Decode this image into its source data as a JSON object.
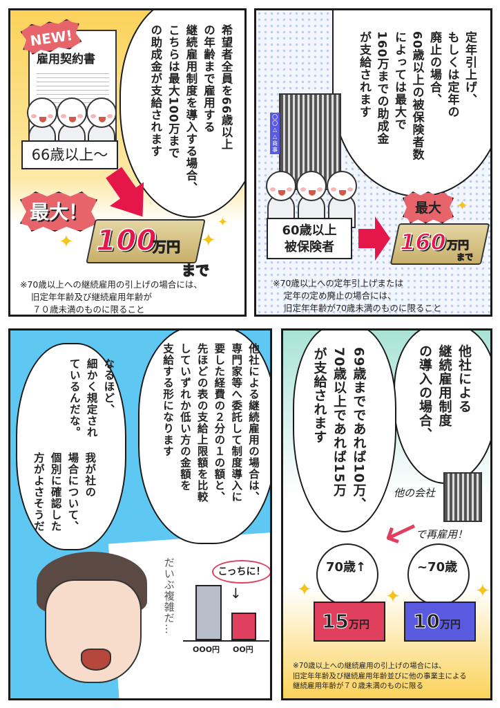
{
  "panel1": {
    "badge_new": "NEW!",
    "document_title": "雇用契約書",
    "age_label": "66歳以上〜",
    "speech_lines": [
      "希望者全員を66歳以上",
      "の年齢まで雇用する",
      "継続雇用制度を導入する場合、",
      "こちらは最大100万まで",
      "の助成金が支給されます"
    ],
    "burst_label": "最大！",
    "amount": "100",
    "amount_unit": "万円",
    "amount_suffix": "まで",
    "note_lines": [
      "※70歳以上への継続雇用の引上げの場合には、",
      "旧定年年齢及び継続雇用年齢が",
      "７０歳未満のものに限ること"
    ]
  },
  "panel2": {
    "speech_lines": [
      "定年引上げ、",
      "もしくは定年の",
      "廃止の場合、",
      "60歳以上の被保険者数",
      "によっては最大で",
      "160万までの助成金",
      "が支給されます"
    ],
    "building_sign": "〇〇△△商事",
    "age_label_lines": [
      "60歳以上",
      "被保険者"
    ],
    "burst_label": "最大",
    "amount": "160",
    "amount_unit": "万円",
    "amount_suffix": "まで",
    "note_lines": [
      "※70歳以上への定年引上げまたは",
      "定年の定め廃止の場合には、",
      "旧定年年齢が70歳未満のものに限ること"
    ]
  },
  "panel3": {
    "speech_main_lines": [
      "他社による継続雇用の場合は、",
      "専門家等へ委託して制度導入に",
      "要した経費の２分の１の額と、",
      "先ほどの表の支給上限額を比較",
      "していずれか低い方の金額を",
      "支給する形になります"
    ],
    "speech_reply_lines": [
      "なるほど、",
      "細かく規定され",
      "ているんだな。",
      "我が社の",
      "場合について、",
      "個別に確認した",
      "方がよさそうだ"
    ],
    "handwritten": "だいぶ複雑だ…",
    "callout": "こっちに！",
    "bar_labels": [
      "OOO円",
      "OO円"
    ],
    "bar_values": [
      1,
      0.5
    ],
    "bar_colors": [
      "#b8bec9",
      "#e0405e"
    ]
  },
  "panel4": {
    "speech_a_lines": [
      "他社による",
      "継続雇用制度",
      "の導入の場合、"
    ],
    "speech_b_lines": [
      "69歳までであれば10万、",
      "70歳以上であれば15万",
      "が支給されます"
    ],
    "company_label": "他の会社",
    "rehire_label": "で再雇用！",
    "person_left_age": "70歳↑",
    "person_right_age": "~70歳",
    "sign_left": "15",
    "sign_right": "10",
    "sign_unit": "万円",
    "note_lines": [
      "※70歳以上への継続雇用の引上げの場合には、",
      "旧定年年齢及び継続雇用年齢並びに他の事業主による",
      "継続雇用年齢が７０歳未満のものに限る"
    ]
  },
  "colors": {
    "accent_red": "#e4164a",
    "blue_sign": "#5a5ae0",
    "panel1_bg": "#fbd25a",
    "panel3_bg": "#5ec8f2",
    "panel4_bg": "#a9e3d6"
  }
}
